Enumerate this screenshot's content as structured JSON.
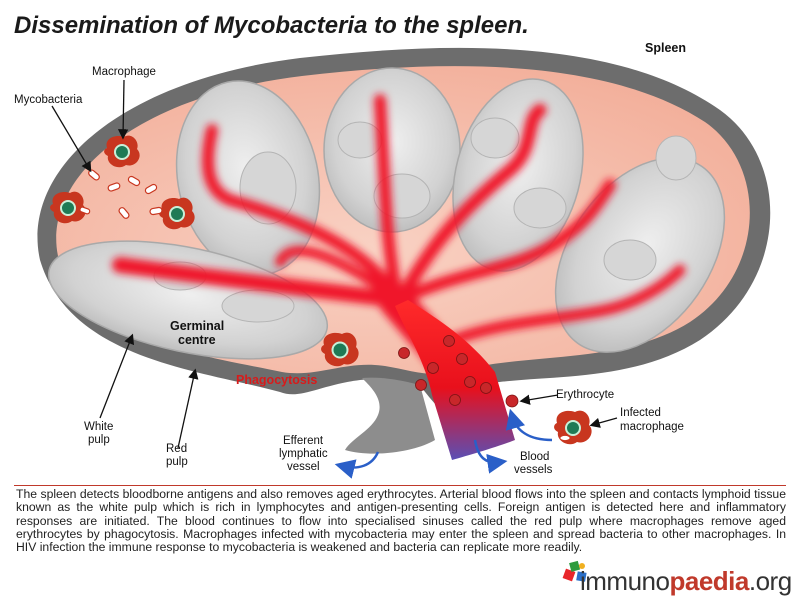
{
  "title": "Dissemination of Mycobacteria to the spleen.",
  "labels": {
    "spleen": "Spleen",
    "macrophage": "Macrophage",
    "mycobacteria": "Mycobacteria",
    "germinal_line1": "Germinal",
    "germinal_line2": "centre",
    "phagocytosis": "Phagocytosis",
    "white_pulp_line1": "White",
    "white_pulp_line2": "pulp",
    "red_pulp_line1": "Red",
    "red_pulp_line2": "pulp",
    "efferent_line1": "Efferent",
    "efferent_line2": "lymphatic",
    "efferent_line3": "vessel",
    "blood_line1": "Blood",
    "blood_line2": "vessels",
    "erythrocyte": "Erythrocyte",
    "infected_line1": "Infected",
    "infected_line2": "macrophage"
  },
  "caption": "The spleen detects bloodborne antigens and also removes aged erythrocytes. Arterial blood flows into the spleen and contacts lymphoid tissue known as the white pulp which is rich in lymphocytes and antigen-presenting cells. Foreign antigen is detected here and inflammatory responses are initiated. The blood continues to flow into specialised sinuses called the red pulp where macrophages remove aged erythrocytes by phagocytosis. Macrophages infected with mycobacteria may enter the spleen and spread bacteria to other macrophages. In HIV infection the immune response to mycobacteria is weakened and bacteria can replicate more readily.",
  "logo": {
    "part1": "immuno",
    "part2": "paedia",
    "part3": ".org"
  },
  "colors": {
    "capsule": "#6d6d6d",
    "red_pulp": "#f4b9a6",
    "white_pulp": "#cfcfcf",
    "vessel": "#e8101c",
    "phagocytosis": "#d81b1b",
    "arrow": "#2a5fc8"
  }
}
